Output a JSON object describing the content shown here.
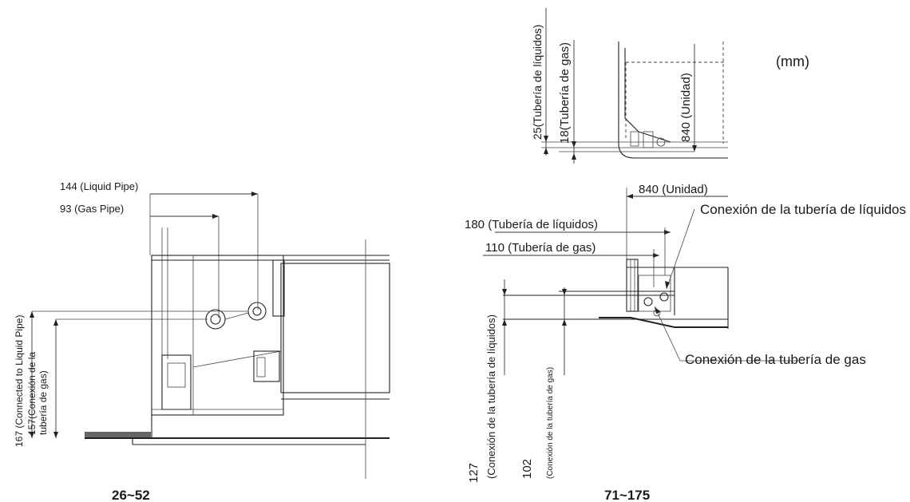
{
  "unit_label": "(mm)",
  "left_diagram": {
    "model_label": "26~52",
    "dim_liquid_pipe": "144 (Liquid Pipe)",
    "dim_gas_pipe": "93 (Gas Pipe)",
    "vert_liquid": "167 (Connected to Liquid Pipe)",
    "vert_gas_line1": "157(Conexión de la",
    "vert_gas_line2": "tubería de gas)"
  },
  "right_top": {
    "v_liquid": "25(Tubería de líquidos)",
    "v_gas": "18(Tubería de gas)",
    "v_unit": "840 (Unidad)"
  },
  "right_bottom": {
    "model_label": "71~175",
    "dim_unit": "840 (Unidad)",
    "dim_liquid": "180 (Tubería de líquidos)",
    "dim_gas": "110 (Tubería de gas)",
    "conn_liquid": "Conexión de la tubería de líquidos",
    "conn_gas": "Conexión de la tubería de gas",
    "v_127_num": "127",
    "v_127_text": "(Conexión de la tubería de líquidos)",
    "v_102_num": "102",
    "v_102_text": "(Conexión de la tubería de gas)"
  }
}
